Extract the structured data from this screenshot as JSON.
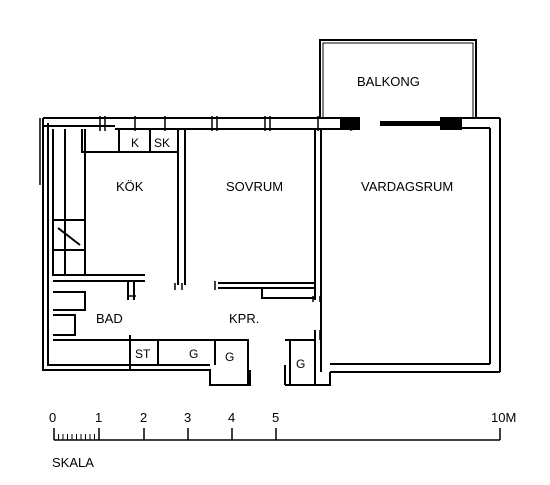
{
  "rooms": {
    "balcony": "BALKONG",
    "kitchen": "KÖK",
    "bedroom": "SOVRUM",
    "living_room": "VARDAGSRUM",
    "bathroom": "BAD",
    "hallway": "KPR."
  },
  "fixtures": {
    "cold_storage": "K",
    "cabinet": "SK",
    "storage": "ST",
    "closet_1": "G",
    "closet_2": "G",
    "closet_3": "G"
  },
  "scale_bar": {
    "ticks": [
      "0",
      "1",
      "2",
      "3",
      "4",
      "5",
      "10M"
    ],
    "caption": "SKALA"
  }
}
